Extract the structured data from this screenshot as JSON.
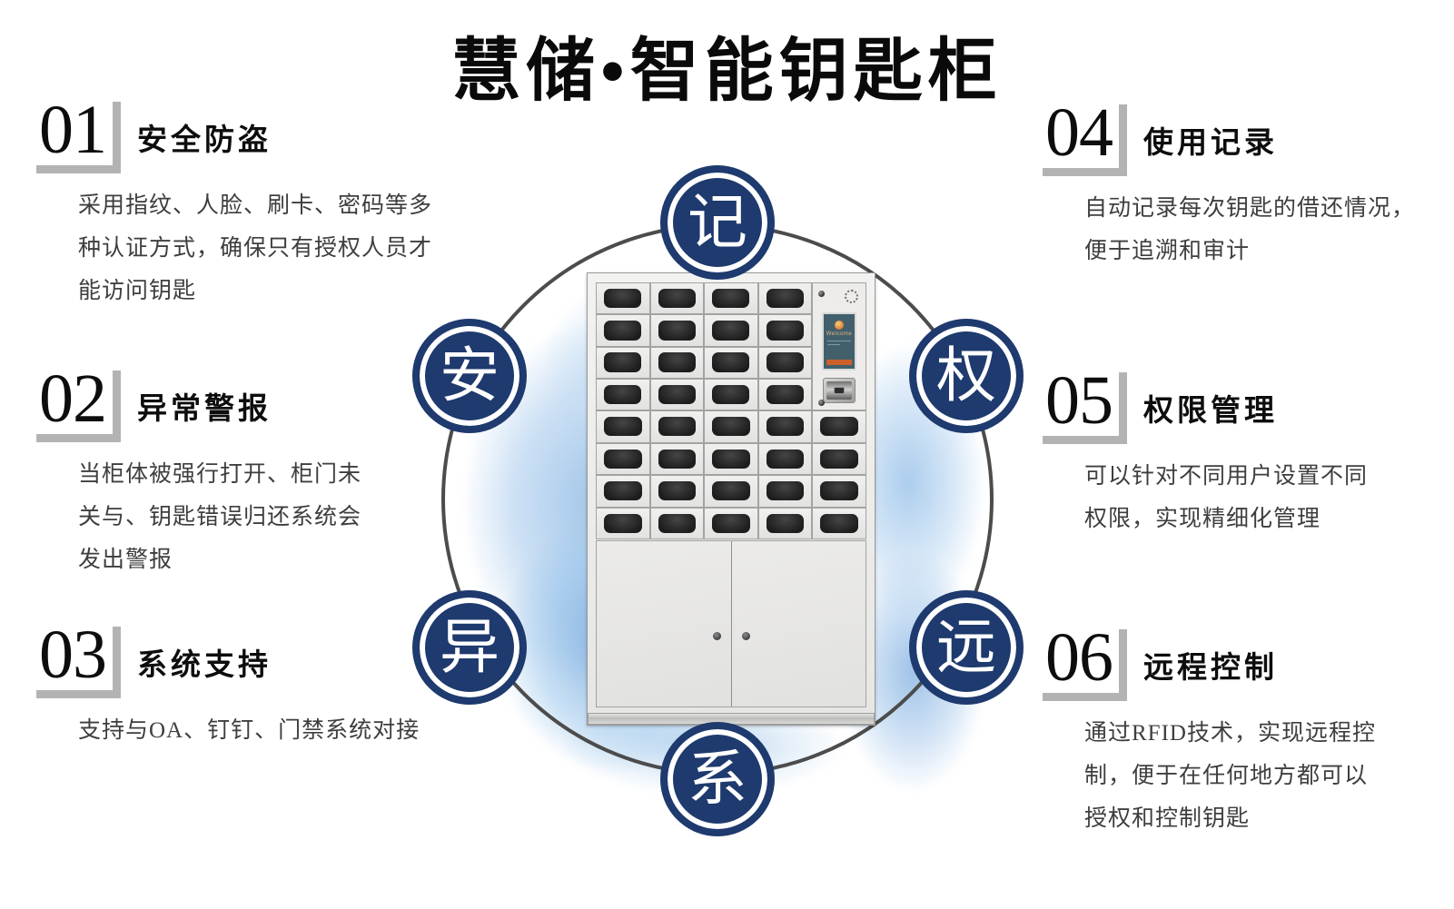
{
  "page": {
    "title": "慧储•智能钥匙柜"
  },
  "features": [
    {
      "num": "01",
      "heading": "安全防盗",
      "desc": "采用指纹、人脸、刷卡、密码等多\n种认证方式，确保只有授权人员才\n能访问钥匙"
    },
    {
      "num": "02",
      "heading": "异常警报",
      "desc": "当柜体被强行打开、柜门未\n关与、钥匙错误归还系统会\n发出警报"
    },
    {
      "num": "03",
      "heading": "系统支持",
      "desc": "支持与OA、钉钉、门禁系统对接"
    },
    {
      "num": "04",
      "heading": "使用记录",
      "desc": "自动记录每次钥匙的借还情况，\n便于追溯和审计"
    },
    {
      "num": "05",
      "heading": "权限管理",
      "desc": "可以针对不同用户设置不同\n权限，实现精细化管理"
    },
    {
      "num": "06",
      "heading": "远程控制",
      "desc": "通过RFID技术，实现远程控\n制，便于在任何地方都可以\n授权和控制钥匙"
    }
  ],
  "badges": [
    {
      "char": "记"
    },
    {
      "char": "安"
    },
    {
      "char": "权"
    },
    {
      "char": "异"
    },
    {
      "char": "远"
    },
    {
      "char": "系"
    }
  ],
  "cabinet": {
    "screen_welcome": "Welcome",
    "top_rows": 4,
    "top_cols": 4,
    "bottom_rows": 4,
    "bottom_cols": 5
  },
  "colors": {
    "badge_navy": "#1e3a6e",
    "circle_gray": "#4c4c4c",
    "bracket_gray": "#b3b3b3",
    "screen_teal": "#41606c",
    "accent_orange": "#cd5f2b",
    "watercolor_blue": "#8cb9e4"
  }
}
